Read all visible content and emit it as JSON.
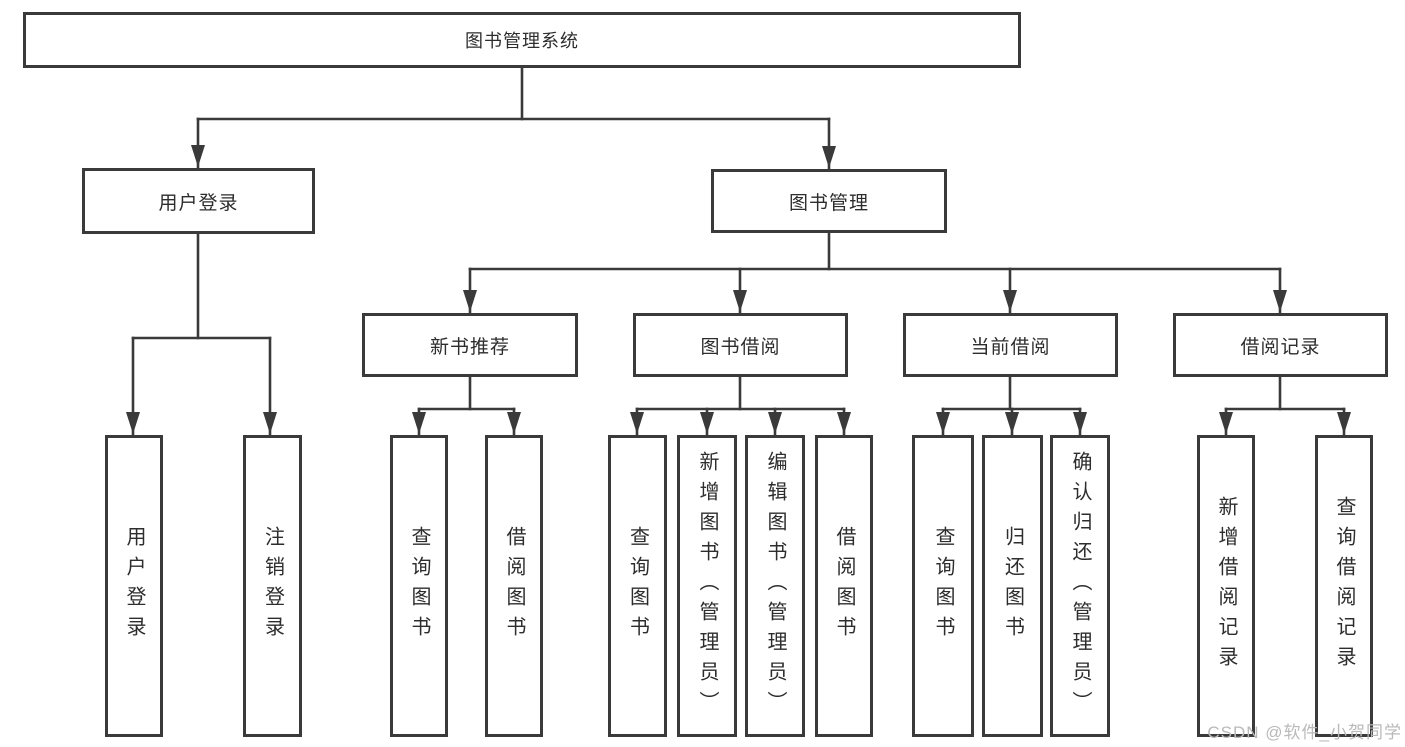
{
  "diagram": {
    "root": {
      "label": "图书管理系统"
    },
    "level2": [
      {
        "label": "用户登录"
      },
      {
        "label": "图书管理"
      }
    ],
    "level3": [
      {
        "label": "新书推荐"
      },
      {
        "label": "图书借阅"
      },
      {
        "label": "当前借阅"
      },
      {
        "label": "借阅记录"
      }
    ],
    "leaves": {
      "user_login": [
        "用户登录",
        "注销登录"
      ],
      "new_books": [
        "查询图书",
        "借阅图书"
      ],
      "book_borrow": [
        "查询图书",
        "新增图书（管理员）",
        "编辑图书（管理员）",
        "借阅图书"
      ],
      "current_borrow": [
        "查询图书",
        "归还图书",
        "确认归还（管理员）"
      ],
      "borrow_records": [
        "新增借阅记录",
        "查询借阅记录"
      ]
    }
  },
  "watermark": {
    "text": "CSDN @软件_小贺同学"
  },
  "colors": {
    "line": "#3a3a3a",
    "text": "#2d2d2d",
    "watermark": "#b9b9b9",
    "background": "#ffffff"
  }
}
